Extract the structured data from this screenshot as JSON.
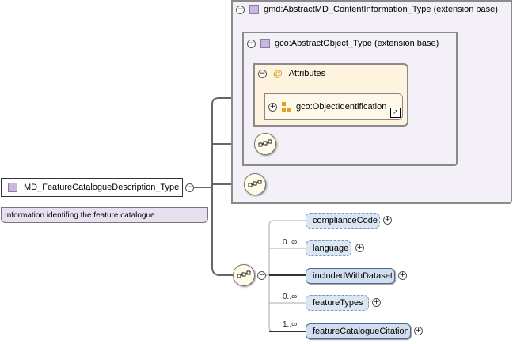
{
  "extension_outer": {
    "title": "gmd:AbstractMD_ContentInformation_Type (extension base)"
  },
  "extension_inner": {
    "title": "gco:AbstractObject_Type (extension base)"
  },
  "attributes": {
    "title": "Attributes",
    "items": [
      {
        "label": "gco:ObjectIdentification"
      }
    ]
  },
  "root": {
    "label": "MD_FeatureCatalogueDescription_Type",
    "documentation": "Information identifing the feature catalogue"
  },
  "sequence_elements": [
    {
      "label": "complianceCode",
      "cardinality": "",
      "required": false
    },
    {
      "label": "language",
      "cardinality": "0..∞",
      "required": false
    },
    {
      "label": "includedWithDataset",
      "cardinality": "",
      "required": true
    },
    {
      "label": "featureTypes",
      "cardinality": "0..∞",
      "required": false
    },
    {
      "label": "featureCatalogueCitation",
      "cardinality": "1..∞",
      "required": true
    }
  ],
  "colors": {
    "element_fill": "#d2def0",
    "attribute_fill": "#fdf3de",
    "extension_fill": "#f3f1f7",
    "type_icon": "#c9b9e0"
  }
}
